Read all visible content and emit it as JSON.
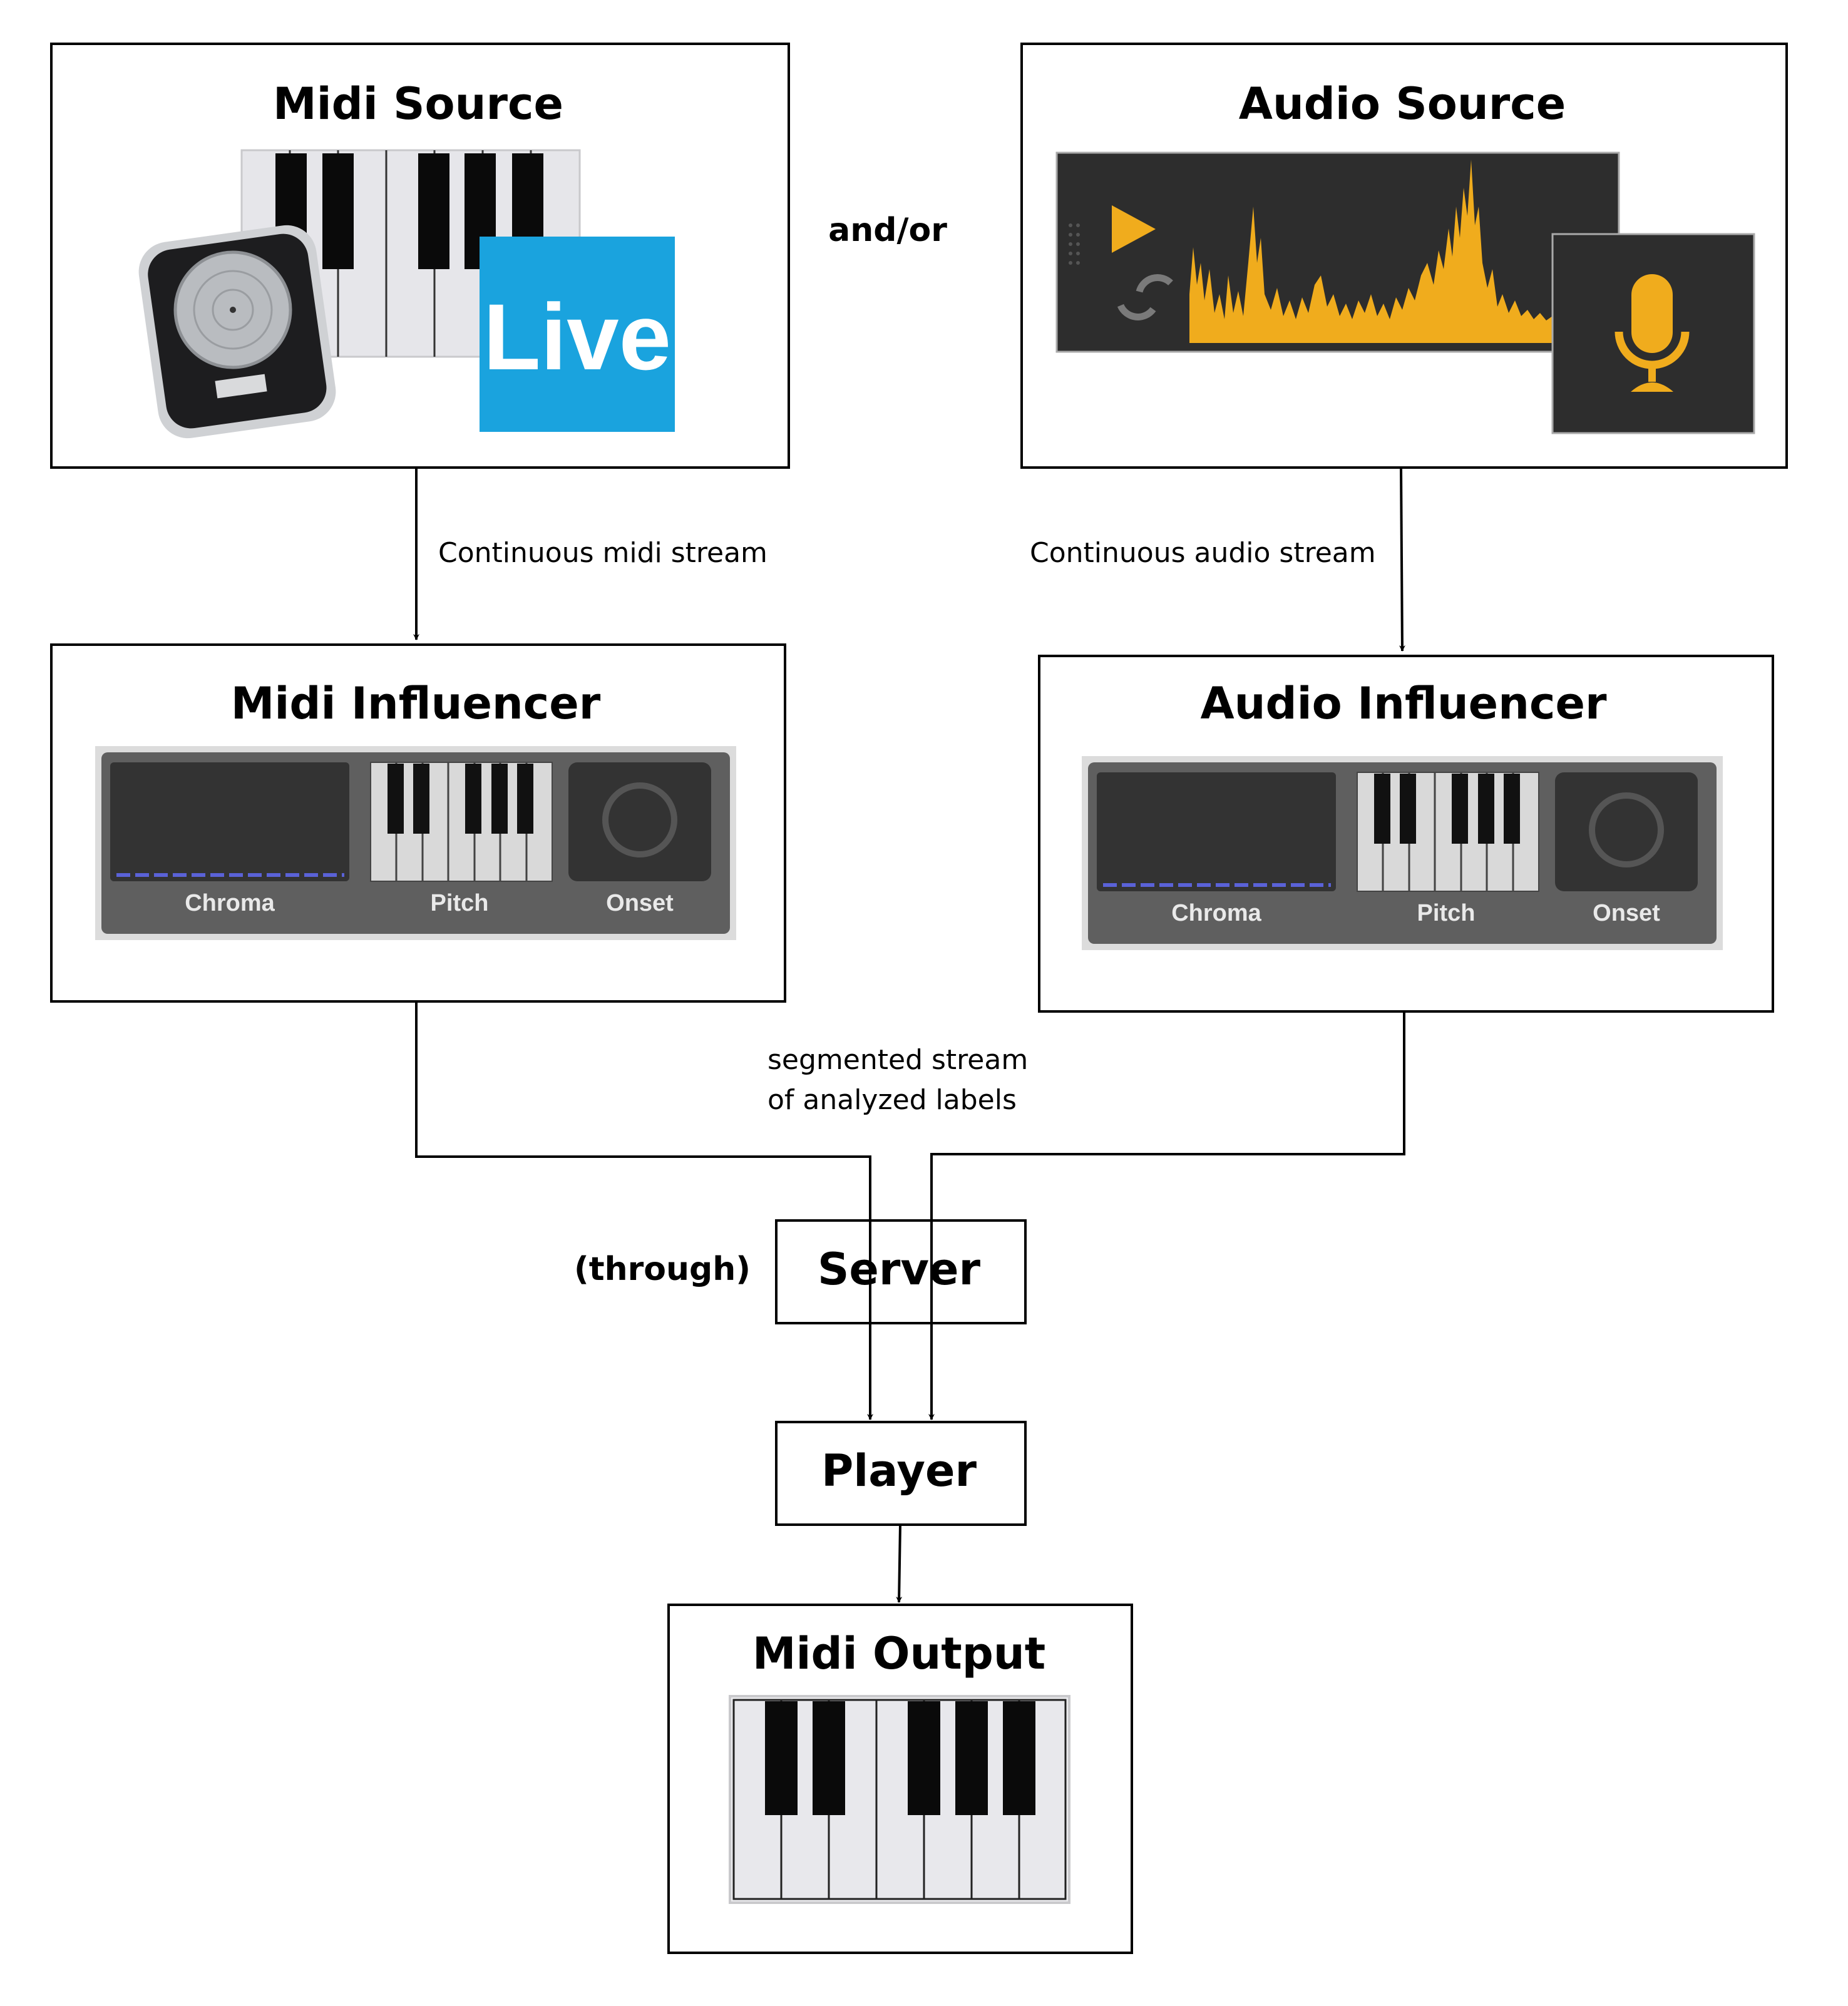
{
  "nodes": {
    "midi_source": {
      "title": "Midi Source",
      "live_logo_text": "Live"
    },
    "audio_source": {
      "title": "Audio Source"
    },
    "midi_influencer": {
      "title": "Midi Influencer",
      "panel": [
        "Chroma",
        "Pitch",
        "Onset"
      ]
    },
    "audio_influencer": {
      "title": "Audio Influencer",
      "panel": [
        "Chroma",
        "Pitch",
        "Onset"
      ]
    },
    "server": {
      "title": "Server"
    },
    "player": {
      "title": "Player"
    },
    "midi_output": {
      "title": "Midi Output"
    }
  },
  "labels": {
    "and_or": "and/or",
    "midi_stream": "Continuous midi stream",
    "audio_stream": "Continuous audio stream",
    "segmented_line1": "segmented stream",
    "segmented_line2": "of analyzed labels",
    "through": "(through)"
  },
  "colors": {
    "box_stroke": "#000000",
    "dark_panel": "#333333",
    "audio_accent": "#f0ac1d",
    "live_blue": "#1aa3de",
    "chroma_bar": "#5a62d8"
  },
  "icons": [
    "logic-pro-icon",
    "ableton-live-icon",
    "play-icon",
    "loop-icon",
    "microphone-icon",
    "onset-circle-icon"
  ]
}
